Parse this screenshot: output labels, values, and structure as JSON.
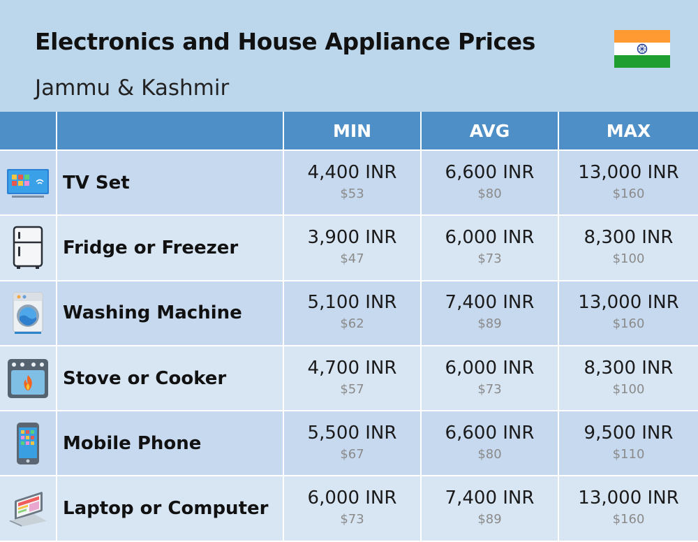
{
  "header": {
    "title": "Electronics and House Appliance Prices",
    "subtitle": "Jammu & Kashmir"
  },
  "flag": {
    "country_icon": "india-flag-icon",
    "colors": [
      "#ff9a33",
      "#ffffff",
      "#1f9e30"
    ],
    "chakra": "#1d3a8f"
  },
  "columns": {
    "min": "MIN",
    "avg": "AVG",
    "max": "MAX"
  },
  "rows": [
    {
      "icon": "tv-icon",
      "name": "TV Set",
      "min_inr": "4,400 INR",
      "min_usd": "$53",
      "avg_inr": "6,600 INR",
      "avg_usd": "$80",
      "max_inr": "13,000 INR",
      "max_usd": "$160"
    },
    {
      "icon": "fridge-icon",
      "name": "Fridge or Freezer",
      "min_inr": "3,900 INR",
      "min_usd": "$47",
      "avg_inr": "6,000 INR",
      "avg_usd": "$73",
      "max_inr": "8,300 INR",
      "max_usd": "$100"
    },
    {
      "icon": "washing-machine-icon",
      "name": "Washing Machine",
      "min_inr": "5,100 INR",
      "min_usd": "$62",
      "avg_inr": "7,400 INR",
      "avg_usd": "$89",
      "max_inr": "13,000 INR",
      "max_usd": "$160"
    },
    {
      "icon": "stove-icon",
      "name": "Stove or Cooker",
      "min_inr": "4,700 INR",
      "min_usd": "$57",
      "avg_inr": "6,000 INR",
      "avg_usd": "$73",
      "max_inr": "8,300 INR",
      "max_usd": "$100"
    },
    {
      "icon": "mobile-phone-icon",
      "name": "Mobile Phone",
      "min_inr": "5,500 INR",
      "min_usd": "$67",
      "avg_inr": "6,600 INR",
      "avg_usd": "$80",
      "max_inr": "9,500 INR",
      "max_usd": "$110"
    },
    {
      "icon": "laptop-icon",
      "name": "Laptop or Computer",
      "min_inr": "6,000 INR",
      "min_usd": "$73",
      "avg_inr": "7,400 INR",
      "avg_usd": "$89",
      "max_inr": "13,000 INR",
      "max_usd": "$160"
    }
  ]
}
